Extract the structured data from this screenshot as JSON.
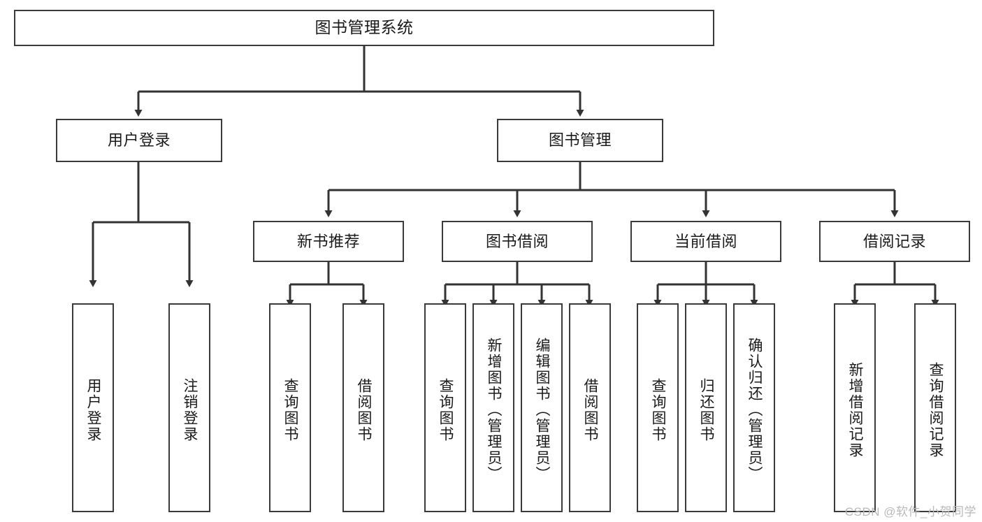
{
  "diagram": {
    "type": "tree-hierarchy",
    "title": "图书管理系统",
    "root": {
      "id": "root",
      "label": "图书管理系统"
    },
    "level2": [
      {
        "id": "user-login",
        "label": "用户登录"
      },
      {
        "id": "book-management",
        "label": "图书管理"
      }
    ],
    "level3": [
      {
        "id": "new-book-recommend",
        "label": "新书推荐",
        "parent": "book-management"
      },
      {
        "id": "book-borrow",
        "label": "图书借阅",
        "parent": "book-management"
      },
      {
        "id": "current-borrow",
        "label": "当前借阅",
        "parent": "book-management"
      },
      {
        "id": "borrow-record",
        "label": "借阅记录",
        "parent": "book-management"
      }
    ],
    "leaves": [
      {
        "id": "leaf-user-login",
        "label": "用户登录",
        "parent": "user-login"
      },
      {
        "id": "leaf-logout",
        "label": "注销登录",
        "parent": "user-login"
      },
      {
        "id": "leaf-query-book-1",
        "label": "查询图书",
        "parent": "new-book-recommend"
      },
      {
        "id": "leaf-borrow-book-1",
        "label": "借阅图书",
        "parent": "new-book-recommend"
      },
      {
        "id": "leaf-query-book-2",
        "label": "查询图书",
        "parent": "book-borrow"
      },
      {
        "id": "leaf-add-book",
        "label": "新增图书（管理员）",
        "parent": "book-borrow"
      },
      {
        "id": "leaf-edit-book",
        "label": "编辑图书（管理员）",
        "parent": "book-borrow"
      },
      {
        "id": "leaf-borrow-book-2",
        "label": "借阅图书",
        "parent": "book-borrow"
      },
      {
        "id": "leaf-query-book-3",
        "label": "查询图书",
        "parent": "current-borrow"
      },
      {
        "id": "leaf-return-book",
        "label": "归还图书",
        "parent": "current-borrow"
      },
      {
        "id": "leaf-confirm-return",
        "label": "确认归还（管理员）",
        "parent": "current-borrow"
      },
      {
        "id": "leaf-add-record",
        "label": "新增借阅记录",
        "parent": "borrow-record"
      },
      {
        "id": "leaf-query-record",
        "label": "查询借阅记录",
        "parent": "borrow-record"
      }
    ],
    "colors": {
      "box_border": "#3a3a3a",
      "box_fill": "#ffffff",
      "connector": "#333333",
      "text": "#1a1a1a",
      "watermark": "#b9b9b9",
      "background": "#ffffff"
    }
  },
  "watermark": {
    "text": "CSDN @软件_小贺同学"
  }
}
